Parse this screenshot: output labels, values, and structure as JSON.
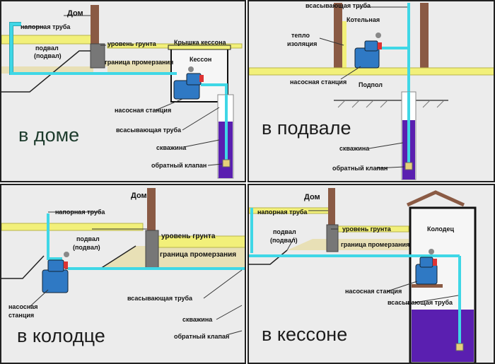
{
  "panel1": {
    "house": "Дом",
    "pressure_pipe": "напорная труба",
    "basement": "подвал",
    "basement_paren": "(подвал)",
    "ground_level": "уровень грунта",
    "caisson_lid": "Крышка кессона",
    "frost_line": "граница промерзания",
    "caisson": "Кессон",
    "pump_station": "насосная станция",
    "suction_pipe": "всасывающая труба",
    "well": "скважина",
    "check_valve": "обратный клапан",
    "caption": "в доме"
  },
  "panel2": {
    "suction_pipe": "всасывающая труба",
    "boiler_room": "Котельная",
    "thermal": "тепло",
    "insulation": "изоляция",
    "pump_station": "насосная станция",
    "subfloor": "Подпол",
    "well": "скважина",
    "check_valve": "обратный клапан",
    "caption": "в подвале"
  },
  "panel3": {
    "house": "Дом",
    "pressure_pipe": "напорная труба",
    "basement": "подвал",
    "basement_paren": "(подвал)",
    "ground_level": "уровень грунта",
    "frost_line": "граница промерзания",
    "pump": "насосная",
    "station": "станция",
    "suction_pipe": "всасывающая труба",
    "well": "скважина",
    "check_valve": "обратный клапан",
    "caption": "в колодце"
  },
  "panel4": {
    "house": "Дом",
    "pressure_pipe": "напорная труба",
    "basement": "подвал",
    "basement_paren": "(подвал)",
    "ground_level": "уровень грунта",
    "frost_line": "граница промерзания",
    "well_shaft": "Колодец",
    "pump_station": "насосная станция",
    "suction_pipe": "всасывающая труба",
    "caption": "в кессоне"
  },
  "colors": {
    "pipe": "#3fd7e6",
    "soil": "#f2f07a",
    "brick": "#8a5a44",
    "water": "#5a1fb0",
    "pump": "#2f79c4",
    "frost": "#e8e0b6"
  }
}
